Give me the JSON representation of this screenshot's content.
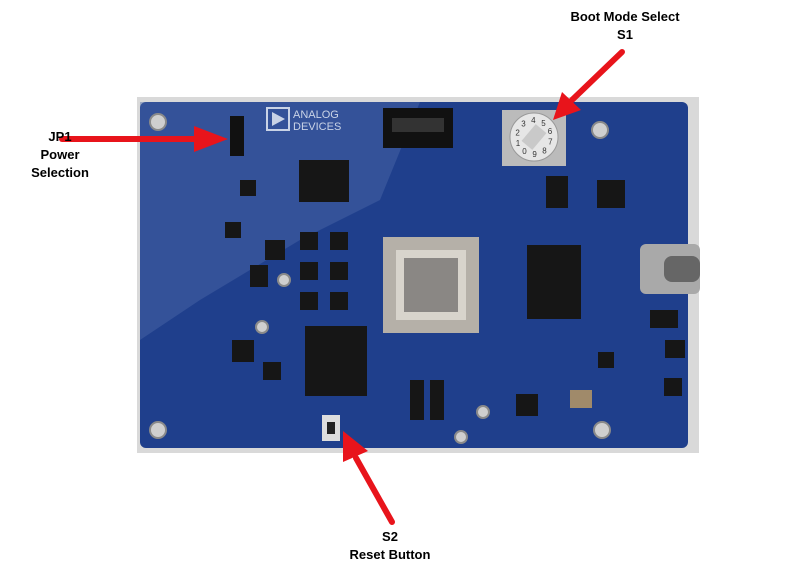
{
  "annotations": {
    "boot_mode": {
      "title": "Boot Mode Select",
      "ref": "S1"
    },
    "power": {
      "ref": "JP1",
      "line1": "Power",
      "line2": "Selection"
    },
    "reset": {
      "ref": "S2",
      "title": "Reset Button"
    }
  },
  "board": {
    "logo_line1": "ANALOG",
    "logo_line2": "DEVICES",
    "rotary_digits": [
      "1",
      "2",
      "3",
      "4",
      "5",
      "6",
      "7",
      "8",
      "9",
      "0"
    ]
  },
  "colors": {
    "board": "#1f3f8c",
    "arrow": "#e8141b",
    "background_behind_board": "#d9d9d9"
  }
}
